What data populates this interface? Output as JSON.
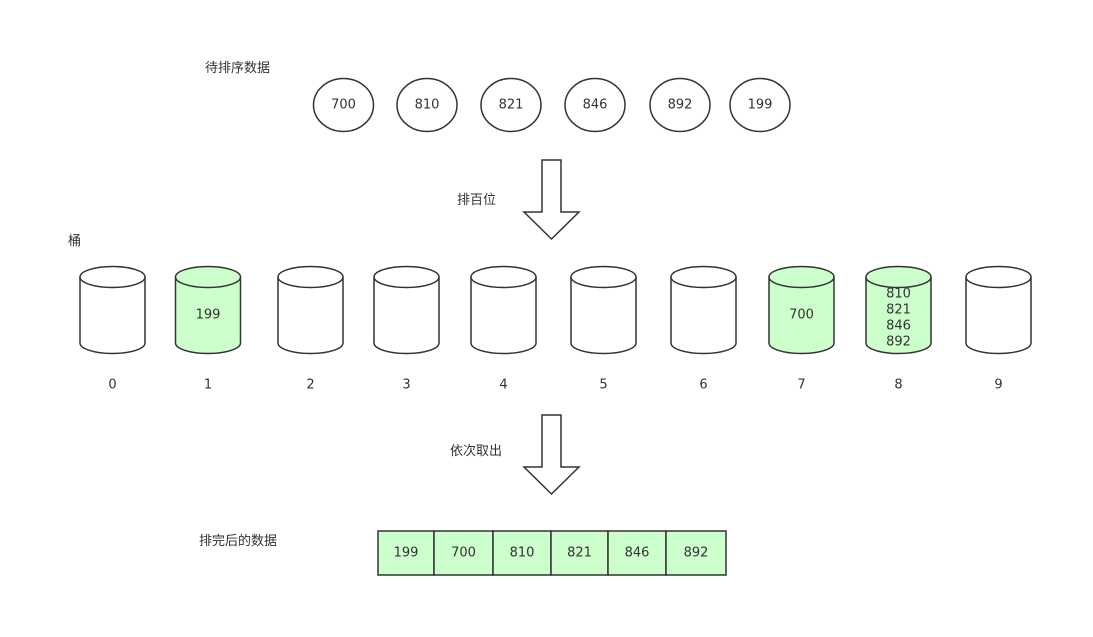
{
  "labels": {
    "input": "待排序数据",
    "step_sort": "排百位",
    "buckets": "桶",
    "step_collect": "依次取出",
    "output": "排完后的数据"
  },
  "input_values": [
    "700",
    "810",
    "821",
    "846",
    "892",
    "199"
  ],
  "buckets": [
    {
      "index": "0",
      "values": []
    },
    {
      "index": "1",
      "values": [
        "199"
      ]
    },
    {
      "index": "2",
      "values": []
    },
    {
      "index": "3",
      "values": []
    },
    {
      "index": "4",
      "values": []
    },
    {
      "index": "5",
      "values": []
    },
    {
      "index": "6",
      "values": []
    },
    {
      "index": "7",
      "values": [
        "700"
      ]
    },
    {
      "index": "8",
      "values": [
        "810",
        "821",
        "846",
        "892"
      ]
    },
    {
      "index": "9",
      "values": []
    }
  ],
  "sorted_values": [
    "199",
    "700",
    "810",
    "821",
    "846",
    "892"
  ],
  "colors": {
    "fill_filled": "#ccffcc",
    "fill_empty": "#ffffff",
    "stroke": "#333333",
    "text": "#333333"
  }
}
